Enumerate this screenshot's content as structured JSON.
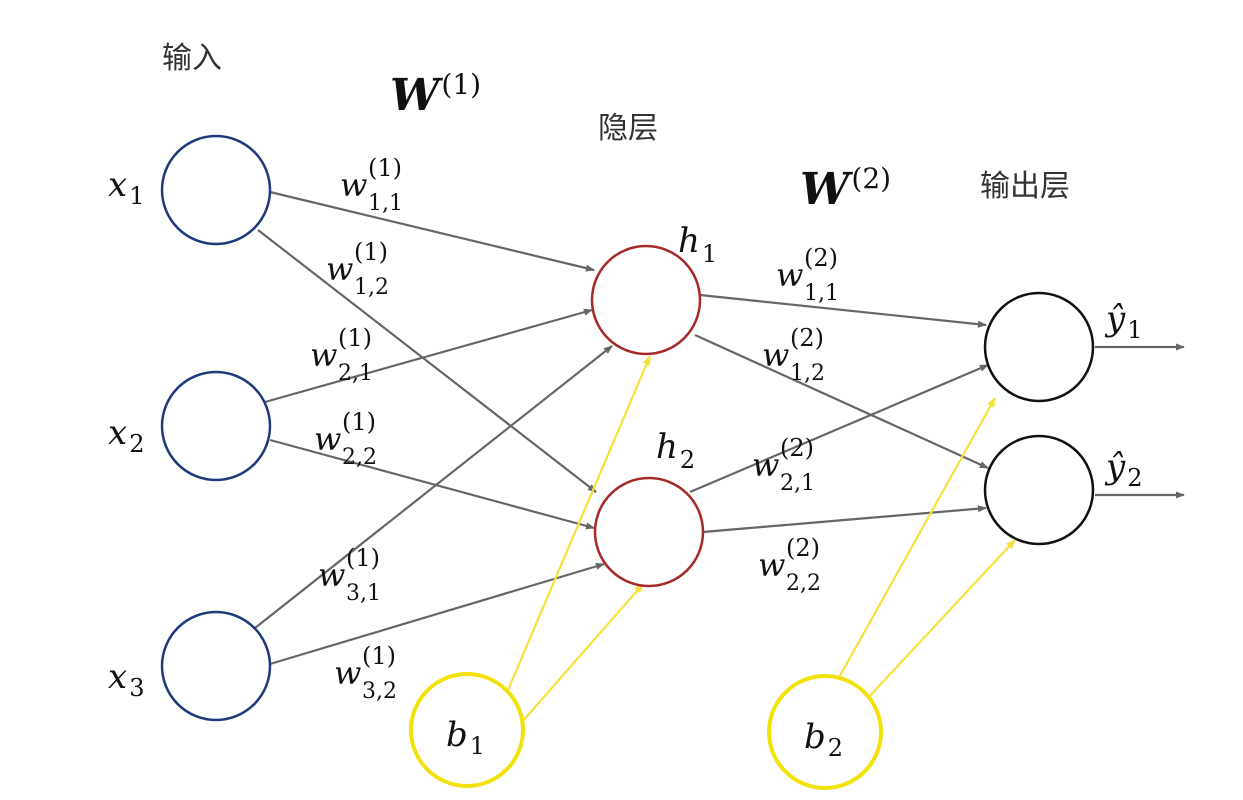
{
  "headings": {
    "input": "输入",
    "hidden": "隐层",
    "output": "输出层"
  },
  "matrices": [
    {
      "symbol": "W",
      "sup": "(1)"
    },
    {
      "symbol": "W",
      "sup": "(2)"
    }
  ],
  "nodes": {
    "inputs": [
      {
        "base": "x",
        "sub": "1"
      },
      {
        "base": "x",
        "sub": "2"
      },
      {
        "base": "x",
        "sub": "3"
      }
    ],
    "hidden": [
      {
        "base": "h",
        "sub": "1"
      },
      {
        "base": "h",
        "sub": "2"
      }
    ],
    "outputs": [
      {
        "base": "ŷ",
        "sub": "1"
      },
      {
        "base": "ŷ",
        "sub": "2"
      }
    ],
    "biases": [
      {
        "base": "b",
        "sub": "1"
      },
      {
        "base": "b",
        "sub": "2"
      }
    ]
  },
  "weights": [
    {
      "base": "w",
      "sup": "(1)",
      "sub": "1,1"
    },
    {
      "base": "w",
      "sup": "(1)",
      "sub": "1,2"
    },
    {
      "base": "w",
      "sup": "(1)",
      "sub": "2,1"
    },
    {
      "base": "w",
      "sup": "(1)",
      "sub": "2,2"
    },
    {
      "base": "w",
      "sup": "(1)",
      "sub": "3,1"
    },
    {
      "base": "w",
      "sup": "(1)",
      "sub": "3,2"
    },
    {
      "base": "w",
      "sup": "(2)",
      "sub": "1,1"
    },
    {
      "base": "w",
      "sup": "(2)",
      "sub": "1,2"
    },
    {
      "base": "w",
      "sup": "(2)",
      "sub": "2,1"
    },
    {
      "base": "w",
      "sup": "(2)",
      "sub": "2,2"
    }
  ],
  "colors": {
    "input_node": "#1f3a7a",
    "hidden_node": "#a52a2a",
    "output_node": "#111111",
    "bias_node": "#f2e20c",
    "edge": "#666666",
    "bias_edge": "#f5e13a"
  }
}
